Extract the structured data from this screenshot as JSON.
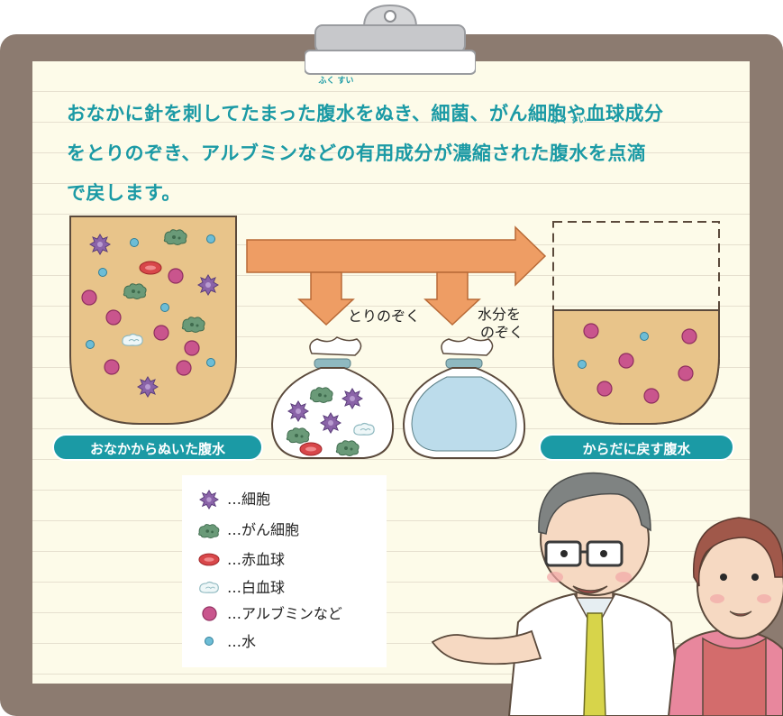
{
  "heading": {
    "line1_a": "おなかに針を刺してたまった",
    "line1_ruby_base": "腹水",
    "line1_ruby_text": "ふく すい",
    "line1_b": "をぬき、細菌、がん細胞や血球成分",
    "line2_a": "をとりのぞき、アルブミンなどの有用成分が濃縮された",
    "line2_ruby_base": "腹水",
    "line2_ruby_text": "ふく すい",
    "line2_b": "を点滴",
    "line3": "で戻します。"
  },
  "labels": {
    "left_container": "おなかからぬいた腹水",
    "right_container": "からだに戻す腹水",
    "remove": "とりのぞく",
    "water_line1": "水分を",
    "water_line2": "のぞく"
  },
  "legend": [
    {
      "icon": "cell-icon",
      "label": "…細胞"
    },
    {
      "icon": "cancer-cell-icon",
      "label": "…がん細胞"
    },
    {
      "icon": "red-blood-cell-icon",
      "label": "…赤血球"
    },
    {
      "icon": "white-blood-cell-icon",
      "label": "…白血球"
    },
    {
      "icon": "albumin-icon",
      "label": "…アルブミンなど"
    },
    {
      "icon": "water-icon",
      "label": "…水"
    }
  ],
  "colors": {
    "teal": "#1b9aa5",
    "fluid": "#e8c48a",
    "arrow": "#ee9d64",
    "board": "#8c7b70",
    "paper": "#fdfbe9",
    "cell_purple": "#8a63a8",
    "cancer_green": "#6a9a78",
    "red_cell": "#d8474a",
    "albumin_pink": "#c9558d",
    "water_blue": "#6dbdd6",
    "water_bag": "#bcdceb"
  }
}
